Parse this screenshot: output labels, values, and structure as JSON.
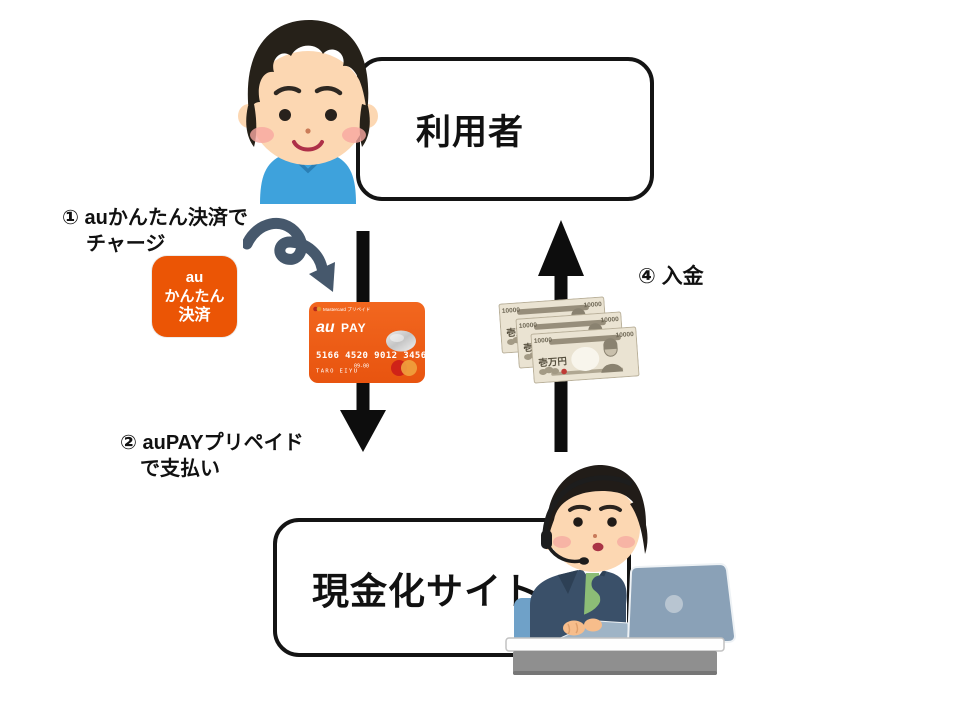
{
  "nodes": {
    "user": {
      "label": "利用者"
    },
    "cashout_site": {
      "label": "現金化サイト"
    }
  },
  "steps": {
    "step1": {
      "line1": "① auかんたん決済で",
      "line2": "チャージ"
    },
    "step2": {
      "line1": "② auPAYプリペイド",
      "line2": "で支払い"
    },
    "step4": {
      "label": "④ 入金"
    }
  },
  "au_kantan_logo": {
    "line1": "au",
    "line2": "かんたん",
    "line3": "決済",
    "bg_color": "#eb5505"
  },
  "au_pay_card": {
    "top_label": "Mastercard プリペイド",
    "brand_au": "au",
    "brand_pay": "PAY",
    "number": "5166 4520 9012 3456",
    "expiry": "09-00",
    "holder": "TARO EIYU",
    "bg_color": "#ee5a13"
  },
  "money_bills": {
    "count": 3,
    "corner_value": "10000",
    "denomination": "壱万円"
  },
  "colors": {
    "background": "#ffffff",
    "box_border": "#141414",
    "straight_arrow": "#0d0d0d",
    "curved_arrow": "#46586c",
    "user_shirt": "#3ea2dc",
    "operator_suit": "#3a5069",
    "operator_tie": "#8cbd76",
    "laptop": "#8aa1b7",
    "bill_paper": "#eae3d2"
  }
}
